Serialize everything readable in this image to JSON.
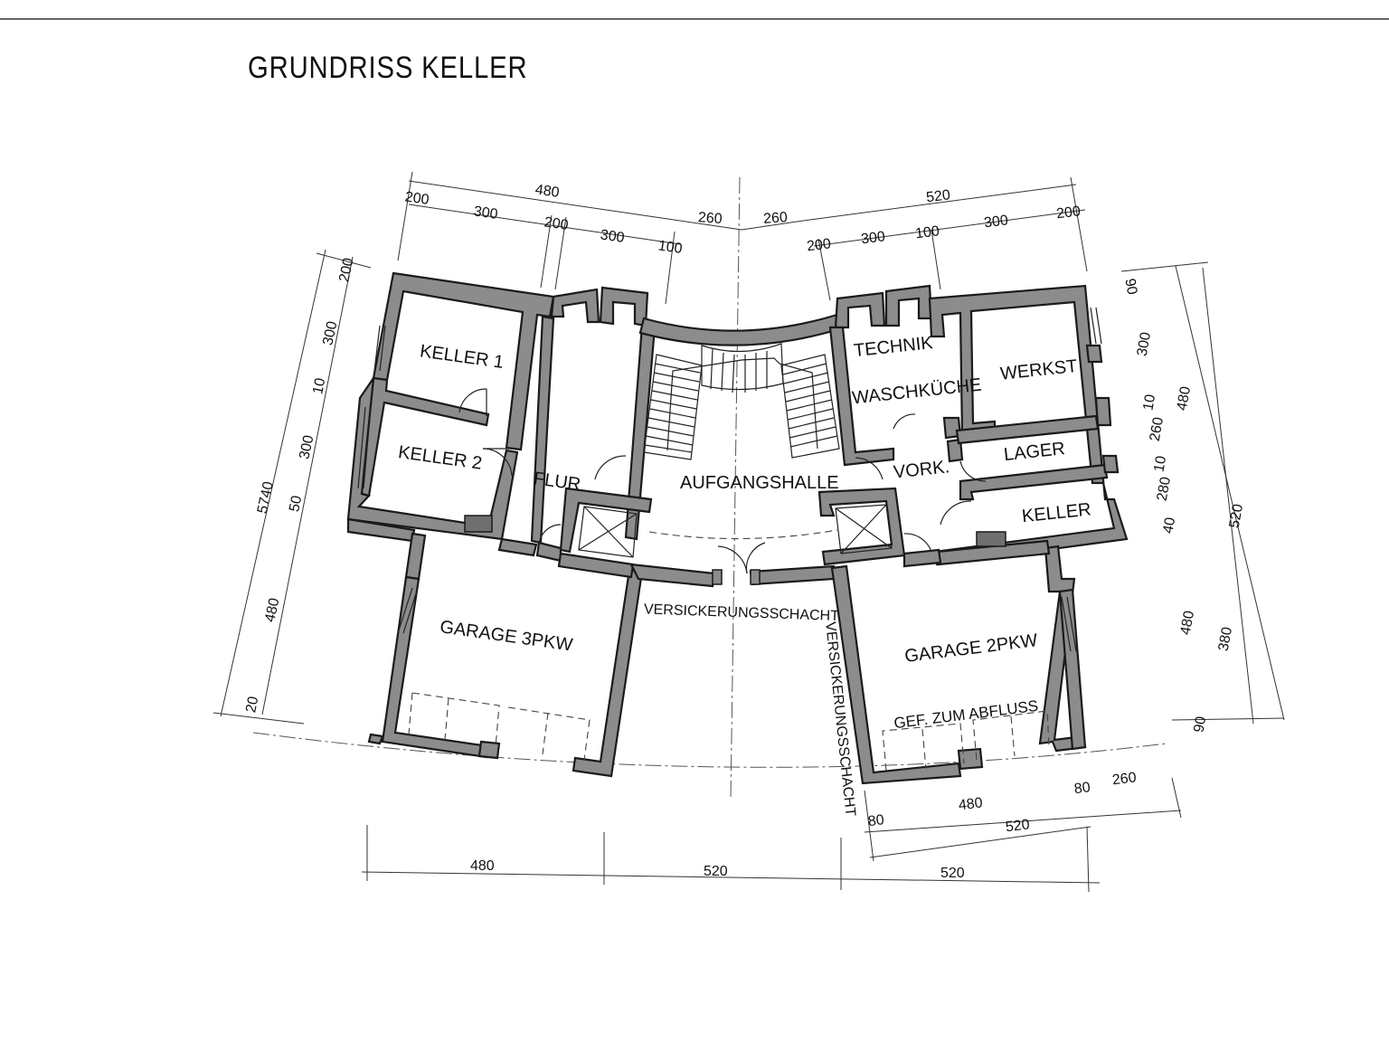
{
  "title": "GRUNDRISS  KELLER",
  "rooms": {
    "keller1": "KELLER  1",
    "keller2": "KELLER  2",
    "flur": "FLUR",
    "aufgangshalle": "AUFGANGSHALLE",
    "technik": "TECHNIK",
    "waschkueche": "WASCHKÜCHE",
    "werkst": "WERKST",
    "lager": "LAGER",
    "vork": "VORK.",
    "keller": "KELLER",
    "garage3": "GARAGE  3PKW",
    "garage2": "GARAGE  2PKW",
    "gefaelle": "GEF.  ZUM  ABFLUSS",
    "versick_h": "VERSICKERUNGSSCHACHT",
    "versick_v": "VERSICKERUNGSSCHACHT"
  },
  "dimensions": {
    "top_left": [
      "480",
      "200",
      "300",
      "200",
      "300",
      "100",
      "260"
    ],
    "top_right": [
      "260",
      "520",
      "200",
      "300",
      "100",
      "300",
      "200"
    ],
    "left": [
      "5740",
      "200",
      "300",
      "10",
      "300",
      "50",
      "480",
      "20"
    ],
    "right": [
      "90",
      "300",
      "10",
      "260",
      "10",
      "280",
      "40",
      "480",
      "480",
      "380",
      "90",
      "520"
    ],
    "bottom": [
      "480",
      "520",
      "520"
    ],
    "bottom_right": [
      "80",
      "480",
      "80",
      "260",
      "520"
    ]
  }
}
